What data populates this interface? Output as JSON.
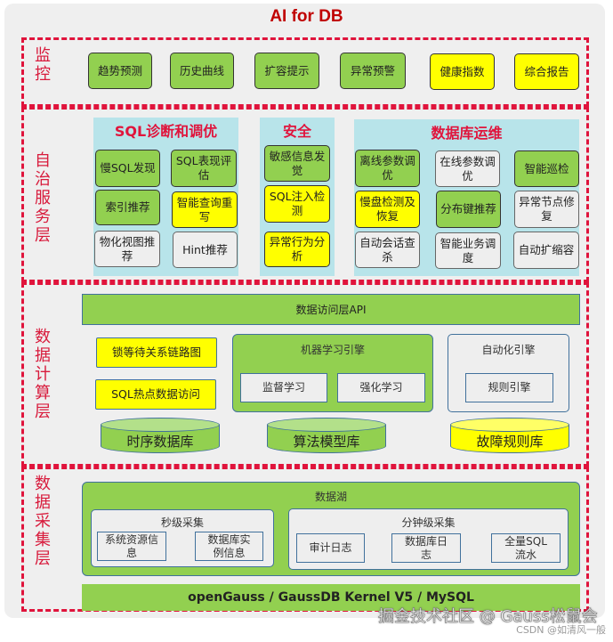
{
  "title": "AI for DB",
  "colors": {
    "green": "#92d050",
    "yellow": "#ffff00",
    "gray": "#eeeeee",
    "red_dash": "#e0143c",
    "panel": "#b8e4ea"
  },
  "layers": {
    "monitor": {
      "label": "监控",
      "items": [
        {
          "label": "趋势预测",
          "color": "green"
        },
        {
          "label": "历史曲线",
          "color": "green"
        },
        {
          "label": "扩容提示",
          "color": "green"
        },
        {
          "label": "异常预警",
          "color": "green"
        },
        {
          "label": "健康指数",
          "color": "yellow"
        },
        {
          "label": "综合报告",
          "color": "yellow"
        }
      ]
    },
    "autonomous": {
      "label": "自治服务层",
      "sql_panel": {
        "title": "SQL诊断和调优",
        "items": [
          {
            "label": "慢SQL发现",
            "color": "green"
          },
          {
            "label": "SQL表现评估",
            "color": "green"
          },
          {
            "label": "索引推荐",
            "color": "green"
          },
          {
            "label": "智能查询重写",
            "color": "yellow"
          },
          {
            "label": "物化视图推荐",
            "color": "gray"
          },
          {
            "label": "Hint推荐",
            "color": "gray"
          }
        ]
      },
      "security_panel": {
        "title": "安全",
        "items": [
          {
            "label": "敏感信息发觉",
            "color": "green"
          },
          {
            "label": "SQL注入检测",
            "color": "yellow"
          },
          {
            "label": "异常行为分析",
            "color": "yellow"
          }
        ]
      },
      "ops_panel": {
        "title": "数据库运维",
        "items": [
          {
            "label": "离线参数调优",
            "color": "green"
          },
          {
            "label": "在线参数调优",
            "color": "gray"
          },
          {
            "label": "智能巡检",
            "color": "green"
          },
          {
            "label": "慢盘检测及恢复",
            "color": "yellow"
          },
          {
            "label": "分布键推荐",
            "color": "green"
          },
          {
            "label": "异常节点修复",
            "color": "gray"
          },
          {
            "label": "自动会话查杀",
            "color": "gray"
          },
          {
            "label": "智能业务调度",
            "color": "gray"
          },
          {
            "label": "自动扩缩容",
            "color": "gray"
          }
        ]
      }
    },
    "compute": {
      "label": "数据计算层",
      "api": "数据访问层API",
      "left_items": [
        {
          "label": "锁等待关系链路图",
          "color": "yellow"
        },
        {
          "label": "SQL热点数据访问",
          "color": "yellow"
        }
      ],
      "ml_engine": {
        "title": "机器学习引擎",
        "items": [
          "监督学习",
          "强化学习"
        ]
      },
      "auto_engine": {
        "title": "自动化引擎",
        "items": [
          "规则引擎"
        ]
      },
      "stores": [
        {
          "label": "时序数据库",
          "color": "green"
        },
        {
          "label": "算法模型库",
          "color": "green"
        },
        {
          "label": "故障规则库",
          "color": "yellow"
        }
      ]
    },
    "collect": {
      "label": "数据采集层",
      "lake": "数据湖",
      "second_level": {
        "title": "秒级采集",
        "items": [
          "系统资源信息",
          "数据库实例信息"
        ]
      },
      "minute_level": {
        "title": "分钟级采集",
        "items": [
          "审计日志",
          "数据库日志",
          "全量SQL流水"
        ]
      },
      "kernel": "openGauss / GaussDB Kernel V5 / MySQL"
    }
  },
  "watermark": "掘金技术社区 @ Gauss松鼠会",
  "watermark_small": "CSDN @如清风一般"
}
